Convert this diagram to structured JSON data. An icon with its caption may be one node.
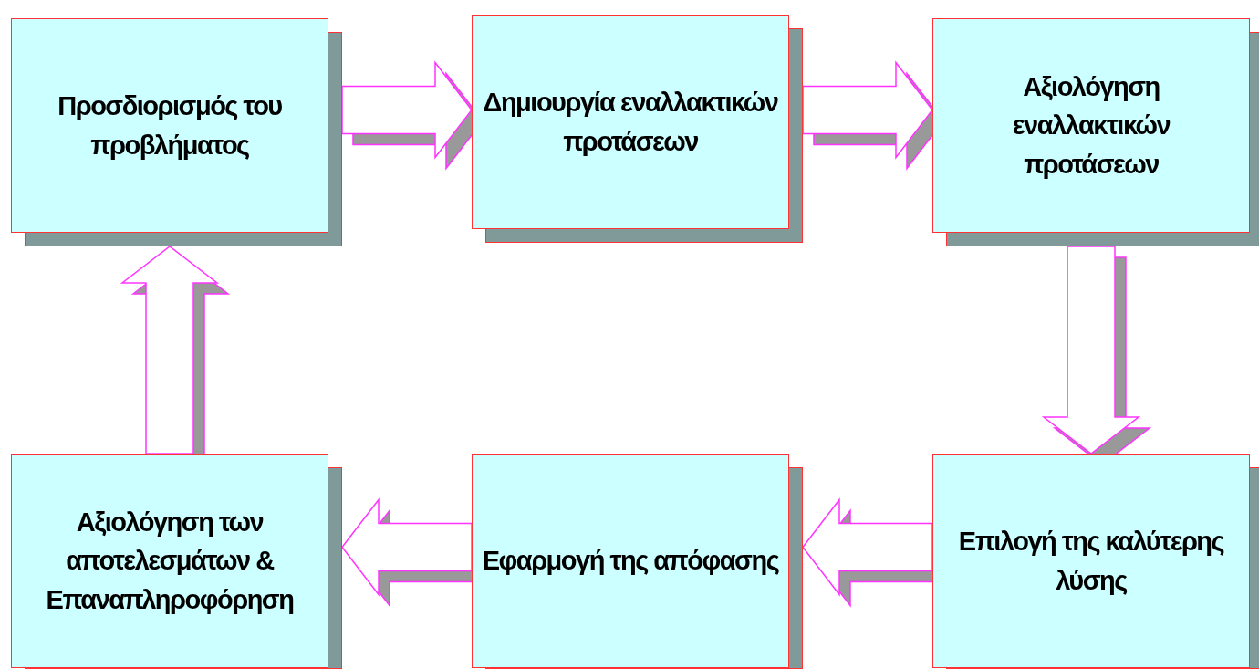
{
  "diagram": {
    "nodes": [
      {
        "text": [
          "Προσδιορισμός του προβλήματος"
        ]
      },
      {
        "text": [
          "Δημιουργία εναλλακτικών προτάσεων"
        ]
      },
      {
        "text": [
          "Αξιολόγηση εναλλακτικών προτάσεων"
        ]
      },
      {
        "text": [
          "Επιλογή της καλύτερης λύσης"
        ]
      },
      {
        "text": [
          "Εφαρμογή της απόφασης"
        ]
      },
      {
        "text": [
          "Αξιολόγηση των αποτελεσμάτων & Επαναπληροφόρηση"
        ]
      }
    ],
    "edges": [
      {
        "from": 0,
        "to": 1,
        "arrow": "to"
      },
      {
        "from": 1,
        "to": 2,
        "arrow": "to"
      },
      {
        "from": 2,
        "to": 3,
        "arrow": "to"
      },
      {
        "from": 3,
        "to": 4,
        "arrow": "to"
      },
      {
        "from": 4,
        "to": 5,
        "arrow": "to"
      },
      {
        "from": 5,
        "to": 0,
        "arrow": "to"
      }
    ]
  }
}
